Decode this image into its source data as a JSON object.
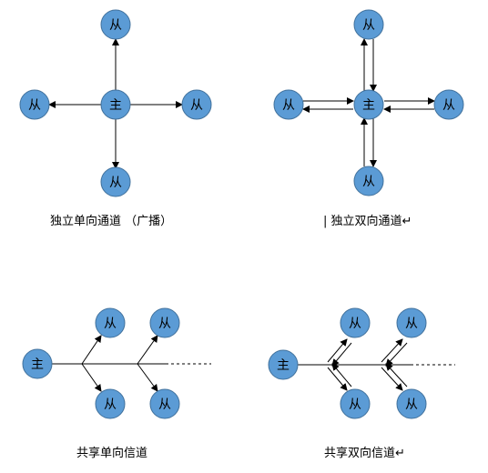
{
  "node_labels": {
    "master": "主",
    "slave": "从"
  },
  "captions": {
    "top_left": "独立单向通道 （广播）",
    "top_right": "| 独立双向通道↵",
    "bottom_left": "共享单向信道",
    "bottom_right": "共享双向信道↵"
  },
  "colors": {
    "node_fill": "#5B9BD5",
    "node_stroke": "#41719C",
    "line": "#000000"
  }
}
